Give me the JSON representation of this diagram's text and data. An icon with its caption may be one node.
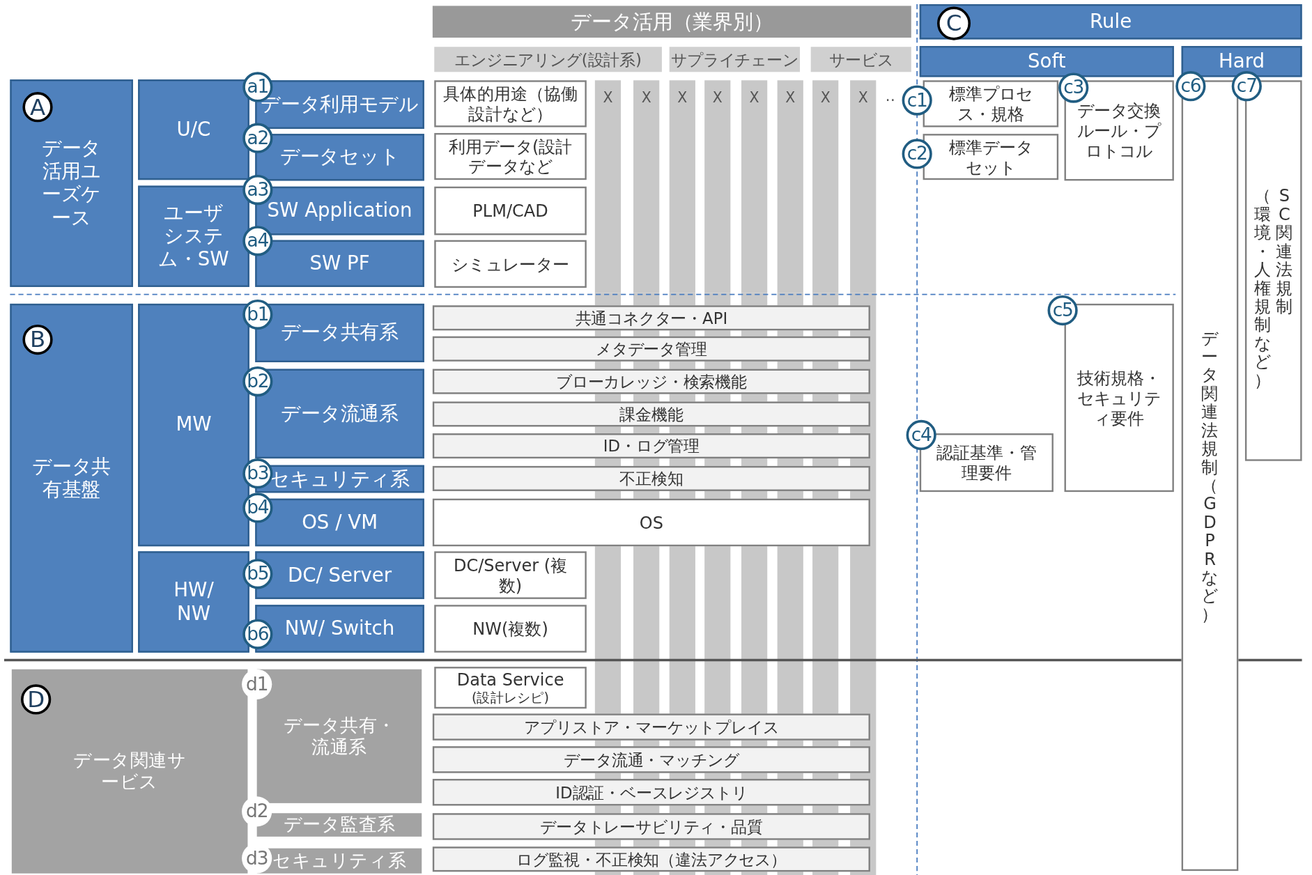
{
  "diagram": {
    "nodes": [
      {
        "text": [
          "データ活用（業界別）"
        ]
      },
      {
        "text": [
          "エンジニアリング(設計系)"
        ]
      },
      {
        "text": [
          "サプライチェーン"
        ]
      },
      {
        "text": [
          "サービス"
        ]
      },
      {
        "text": [
          "X"
        ]
      },
      {
        "text": [
          "X"
        ]
      },
      {
        "text": [
          "X"
        ]
      },
      {
        "text": [
          "X"
        ]
      },
      {
        "text": [
          "X"
        ]
      },
      {
        "text": [
          "X"
        ]
      },
      {
        "text": [
          "X"
        ]
      },
      {
        "text": [
          "X"
        ]
      },
      {
        "text": [
          "Rule"
        ]
      },
      {
        "text": [
          "C"
        ],
        "in": 12
      },
      {
        "text": [
          "Soft"
        ]
      },
      {
        "text": [
          "Hard"
        ]
      },
      {
        "text": [
          "標準プロセス・規格"
        ]
      },
      {
        "text": [
          "c1"
        ]
      },
      {
        "text": [
          "標準データセット"
        ]
      },
      {
        "text": [
          "c2"
        ]
      },
      {
        "text": [
          "データ交換ルール・プロトコル"
        ]
      },
      {
        "text": [
          "c3"
        ]
      },
      {
        "text": [
          "データ関連法規制（GDPRなど）"
        ]
      },
      {
        "text": [
          "c6"
        ]
      },
      {
        "text": [
          "（環境・人権規制など）",
          "SC関連法規制"
        ]
      },
      {
        "text": [
          "c7"
        ]
      },
      {
        "text": [
          "技術規格・セキュリティ要件"
        ]
      },
      {
        "text": [
          "c5"
        ]
      },
      {
        "text": [
          "認証基準・管理要件"
        ]
      },
      {
        "text": [
          "c4"
        ]
      },
      {
        "text": [
          "データ活用ユーズケース"
        ]
      },
      {
        "text": [
          "A"
        ],
        "in": 30
      },
      {
        "text": [
          "U/C"
        ]
      },
      {
        "text": [
          "ユーザシステム・SW"
        ]
      },
      {
        "text": [
          "データ利用モデル"
        ]
      },
      {
        "text": [
          "a1"
        ]
      },
      {
        "text": [
          "データセット"
        ]
      },
      {
        "text": [
          "a2"
        ]
      },
      {
        "text": [
          "SW Application"
        ]
      },
      {
        "text": [
          "a3"
        ]
      },
      {
        "text": [
          "SW PF"
        ]
      },
      {
        "text": [
          "a4"
        ]
      },
      {
        "text": [
          "具体的用途（協働設計など）"
        ]
      },
      {
        "text": [
          "利用データ(設計データなど"
        ]
      },
      {
        "text": [
          "PLM/CAD"
        ]
      },
      {
        "text": [
          "シミュレーター"
        ]
      },
      {
        "text": [
          "データ共有基盤"
        ]
      },
      {
        "text": [
          "B"
        ],
        "in": 46
      },
      {
        "text": [
          "MW"
        ]
      },
      {
        "text": [
          "HW/ NW"
        ]
      },
      {
        "text": [
          "データ共有系"
        ]
      },
      {
        "text": [
          "b1"
        ]
      },
      {
        "text": [
          "データ流通系"
        ]
      },
      {
        "text": [
          "b2"
        ]
      },
      {
        "text": [
          "セキュリティ系"
        ]
      },
      {
        "text": [
          "b3"
        ]
      },
      {
        "text": [
          "OS / VM"
        ]
      },
      {
        "text": [
          "b4"
        ]
      },
      {
        "text": [
          "DC/ Server"
        ]
      },
      {
        "text": [
          "b5"
        ]
      },
      {
        "text": [
          "NW/ Switch"
        ]
      },
      {
        "text": [
          "b6"
        ]
      },
      {
        "text": [
          "共通コネクター・API"
        ]
      },
      {
        "text": [
          "メタデータ管理"
        ]
      },
      {
        "text": [
          "ブローカレッジ・検索機能"
        ]
      },
      {
        "text": [
          "課金機能"
        ]
      },
      {
        "text": [
          "ID・ログ管理"
        ]
      },
      {
        "text": [
          "不正検知"
        ]
      },
      {
        "text": [
          "OS"
        ]
      },
      {
        "text": [
          "DC/Server (複数)"
        ]
      },
      {
        "text": [
          "NW(複数)"
        ]
      },
      {
        "text": [
          "データ関連サービス"
        ]
      },
      {
        "text": [
          "D"
        ],
        "in": 71
      },
      {
        "text": [
          "データ共有・流通系"
        ]
      },
      {
        "text": [
          "d1"
        ]
      },
      {
        "text": [
          "データ監査系"
        ]
      },
      {
        "text": [
          "d2"
        ]
      },
      {
        "text": [
          "セキュリティ系"
        ]
      },
      {
        "text": [
          "d3"
        ]
      },
      {
        "text": [
          "Data Service",
          "(設計レシピ)"
        ]
      },
      {
        "text": [
          "アプリストア・マーケットプレイス"
        ]
      },
      {
        "text": [
          "データ流通・マッチング"
        ]
      },
      {
        "text": [
          "ID認証・ベースレジストリ"
        ]
      },
      {
        "text": [
          "データトレーサビリティ・品質"
        ]
      },
      {
        "text": [
          "ログ監視・不正検知（違法アクセス）"
        ]
      }
    ],
    "labels": [
      "‥"
    ]
  }
}
